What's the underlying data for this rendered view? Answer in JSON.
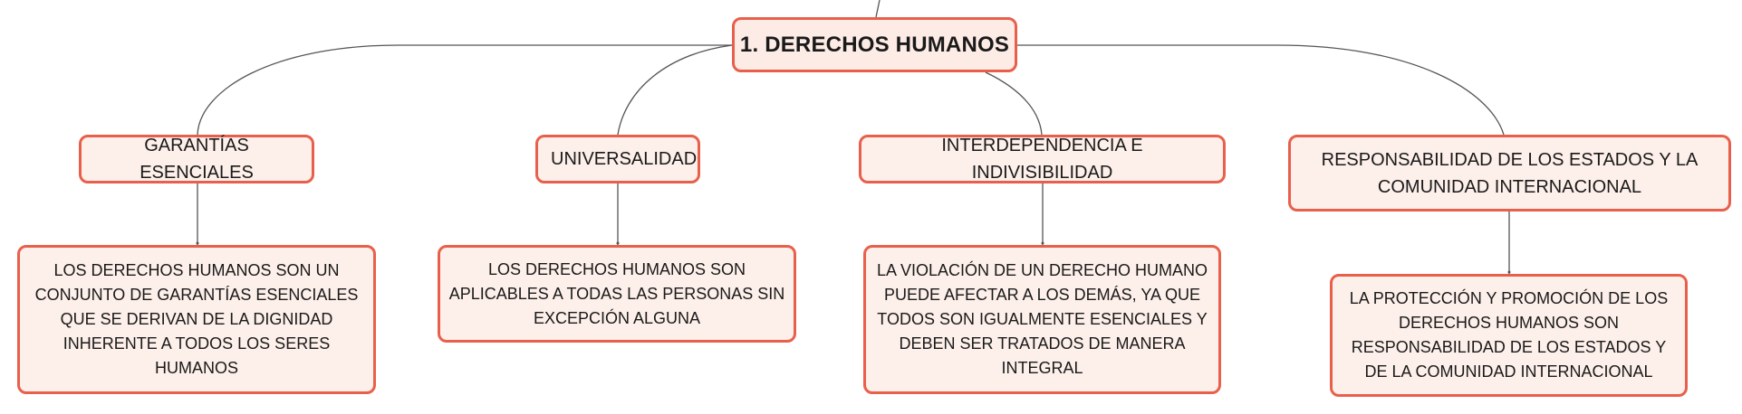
{
  "diagram": {
    "root": {
      "label": "1. DERECHOS HUMANOS"
    },
    "branches": [
      {
        "id": "garantias",
        "label": "GARANTÍAS ESENCIALES",
        "detail": "LOS DERECHOS HUMANOS SON UN CONJUNTO DE GARANTÍAS ESENCIALES QUE SE DERIVAN DE LA DIGNIDAD INHERENTE A TODOS LOS SERES HUMANOS"
      },
      {
        "id": "universalidad",
        "label": "UNIVERSALIDAD",
        "detail": "LOS DERECHOS HUMANOS SON APLICABLES A TODAS LAS PERSONAS SIN EXCEPCIÓN ALGUNA"
      },
      {
        "id": "interdep",
        "label": "INTERDEPENDENCIA E INDIVISIBILIDAD",
        "detail": "LA VIOLACIÓN DE UN DERECHO HUMANO PUEDE AFECTAR A LOS DEMÁS, YA QUE TODOS SON IGUALMENTE ESENCIALES Y DEBEN SER TRATADOS DE MANERA INTEGRAL"
      },
      {
        "id": "responsab",
        "label": "RESPONSABILIDAD DE LOS ESTADOS Y LA COMUNIDAD INTERNACIONAL",
        "detail": "LA PROTECCIÓN Y PROMOCIÓN DE LOS DERECHOS HUMANOS SON RESPONSABILIDAD DE LOS ESTADOS Y DE LA COMUNIDAD INTERNACIONAL"
      }
    ],
    "colors": {
      "node_border": "#e8604c",
      "node_fill": "#fdefe9",
      "connector": "#555555",
      "text": "#1a1a1a"
    }
  }
}
